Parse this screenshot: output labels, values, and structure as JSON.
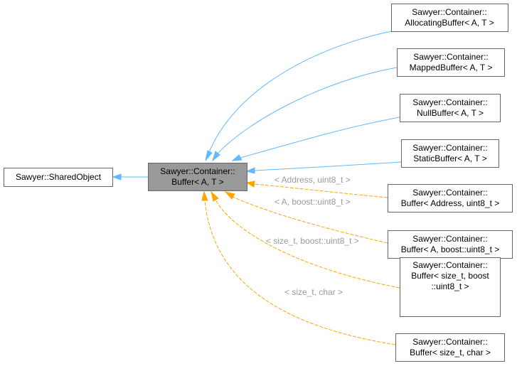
{
  "nodes": {
    "shared_object": {
      "lines": [
        "Sawyer::SharedObject"
      ]
    },
    "buffer": {
      "lines": [
        "Sawyer::Container::",
        "Buffer< A, T >"
      ]
    },
    "allocating_buffer": {
      "lines": [
        "Sawyer::Container::",
        "AllocatingBuffer< A, T >"
      ]
    },
    "mapped_buffer": {
      "lines": [
        "Sawyer::Container::",
        "MappedBuffer< A, T >"
      ]
    },
    "null_buffer": {
      "lines": [
        "Sawyer::Container::",
        "NullBuffer< A, T >"
      ]
    },
    "static_buffer": {
      "lines": [
        "Sawyer::Container::",
        "StaticBuffer< A, T >"
      ]
    },
    "buffer_address_uint8": {
      "lines": [
        "Sawyer::Container::",
        "Buffer< Address, uint8_t >"
      ]
    },
    "buffer_a_boost_uint8": {
      "lines": [
        "Sawyer::Container::",
        "Buffer< A, boost::uint8_t >"
      ]
    },
    "buffer_size_t_boost_uint8": {
      "lines": [
        "Sawyer::Container::",
        "Buffer< size_t, boost",
        "::uint8_t >"
      ]
    },
    "buffer_size_t_char": {
      "lines": [
        "Sawyer::Container::",
        "Buffer< size_t, char >"
      ]
    }
  },
  "edge_labels": {
    "address_uint8": "< Address, uint8_t >",
    "a_boost_uint8": "< A, boost::uint8_t >",
    "size_t_boost_uint8": "< size_t, boost::uint8_t >",
    "size_t_char": "< size_t, char >"
  },
  "colors": {
    "inheritance_edge": "#63b8ff",
    "template_instance_edge": "#ffa500",
    "current_node_fill": "#999999",
    "edge_label_text": "#9a9a9a"
  }
}
